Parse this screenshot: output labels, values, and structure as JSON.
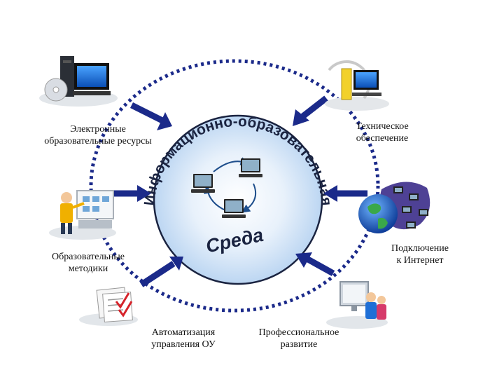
{
  "center": {
    "title": "Информационно-образовательная",
    "subtitle": "Среда"
  },
  "nodes": [
    {
      "id": "resources",
      "lines": [
        "Электронные",
        "образовательные ресурсы"
      ]
    },
    {
      "id": "technical",
      "lines": [
        "Техническое",
        "обеспечение"
      ]
    },
    {
      "id": "methods",
      "lines": [
        "Образовательные",
        "методики"
      ]
    },
    {
      "id": "internet",
      "lines": [
        "Подключение",
        "к Интернет"
      ]
    },
    {
      "id": "automation",
      "lines": [
        "Автоматизация",
        "управления ОУ"
      ]
    },
    {
      "id": "professional",
      "lines": [
        "Профессиональное",
        "развитие"
      ]
    }
  ],
  "colors": {
    "arrow": "#1b2a8a",
    "dots": "#1b2a8a",
    "center_glow": "#bcd6f2",
    "text": "#111111"
  }
}
